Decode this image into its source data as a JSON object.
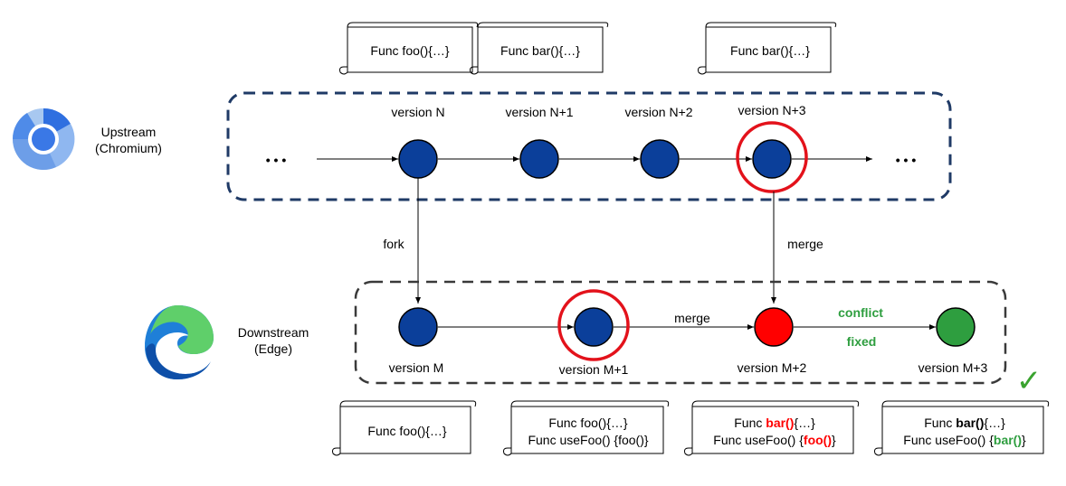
{
  "upstream": {
    "title_line1": "Upstream",
    "title_line2": "(Chromium)",
    "logo": "chromium-logo",
    "versions": [
      "version N",
      "version N+1",
      "version N+2",
      "version N+3"
    ],
    "ellipsis": "• • •",
    "notes": [
      "Func foo(){…}",
      "Func bar(){…}",
      "Func bar(){…}"
    ]
  },
  "downstream": {
    "title_line1": "Downstream",
    "title_line2": "(Edge)",
    "logo": "edge-logo",
    "versions": [
      "version M",
      "version M+1",
      "version M+2",
      "version M+3"
    ]
  },
  "edges": {
    "fork": "fork",
    "merge_upstream": "merge",
    "merge_downstream": "merge",
    "conflict": "conflict",
    "fixed": "fixed"
  },
  "notes_downstream": [
    {
      "lines": [
        [
          {
            "text": "Func foo(){…}",
            "style": "normal"
          }
        ]
      ]
    },
    {
      "lines": [
        [
          {
            "text": "Func foo(){…}",
            "style": "normal"
          }
        ],
        [
          {
            "text": "Func useFoo() {foo()}",
            "style": "normal"
          }
        ]
      ]
    },
    {
      "lines": [
        [
          {
            "text": "Func ",
            "style": "normal"
          },
          {
            "text": "bar()",
            "style": "bold-red"
          },
          {
            "text": "{…}",
            "style": "normal"
          }
        ],
        [
          {
            "text": "Func useFoo() {",
            "style": "normal"
          },
          {
            "text": "foo()",
            "style": "bold-red"
          },
          {
            "text": "}",
            "style": "normal"
          }
        ]
      ]
    },
    {
      "lines": [
        [
          {
            "text": "Func ",
            "style": "normal"
          },
          {
            "text": "bar()",
            "style": "bold"
          },
          {
            "text": "{…}",
            "style": "normal"
          }
        ],
        [
          {
            "text": "Func useFoo() {",
            "style": "normal"
          },
          {
            "text": "bar()",
            "style": "bold-green"
          },
          {
            "text": "}",
            "style": "normal"
          }
        ]
      ]
    }
  ],
  "checkmark": "✓",
  "colors": {
    "node_blue": "#0b3f9a",
    "node_red": "#ff0000",
    "node_green": "#2e9e3f",
    "highlight_ring": "#e3121b",
    "upstream_box": "#1f3a66",
    "downstream_box": "#3a3a3a",
    "check_green": "#3aa32f"
  }
}
